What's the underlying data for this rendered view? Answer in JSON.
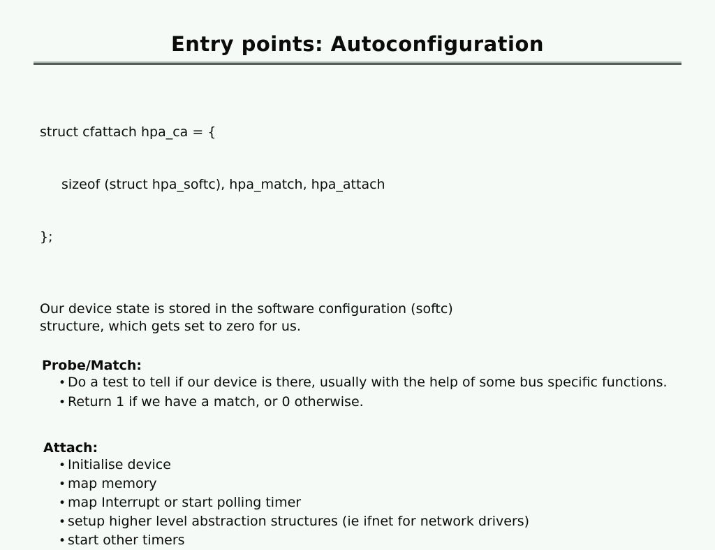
{
  "slide": {
    "title": "Entry points: Autoconfiguration",
    "bullet_glyph": "•",
    "code": {
      "line1": "struct cfattach hpa_ca = {",
      "line2": "sizeof (struct hpa_softc), hpa_match, hpa_attach",
      "line3": "};"
    },
    "paragraph": {
      "line1": "Our device state is stored in the software configuration (softc)",
      "line2": "structure, which gets set to zero for us."
    },
    "sections": [
      {
        "heading": "Probe/Match:",
        "bullets": [
          "Do a test to tell if our device is there, usually with the help of some bus specific functions.",
          "Return 1 if we have a match, or 0 otherwise."
        ]
      },
      {
        "heading": "Attach:",
        "bullets": [
          "Initialise device",
          "map memory",
          "map Interrupt or start polling timer",
          "setup higher level abstraction structures (ie ifnet for network drivers)",
          "start other timers"
        ]
      }
    ],
    "colors": {
      "background": "#f5faf6",
      "text": "#0b0b0b",
      "divider_top": "#a9b1ad",
      "divider_bottom": "#565e59"
    }
  }
}
